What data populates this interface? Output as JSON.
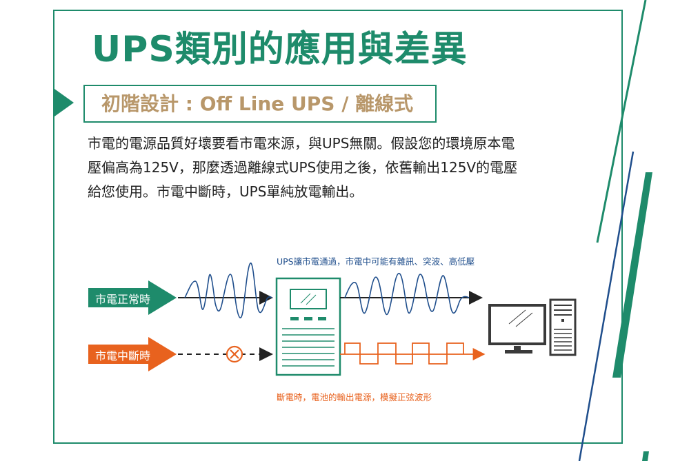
{
  "title": "UPS類別的應用與差異",
  "subtitle": "初階設計 : Off Line UPS / 離線式",
  "description": [
    "市電的電源品質好壞要看市電來源，與UPS無關。假設您的環境原本電",
    "壓偏高為125V，那麼透過離線式UPS使用之後，依舊輸出125V的電壓",
    "給您使用。市電中斷時，UPS單純放電輸出。"
  ],
  "diagram": {
    "normal_label": "市電正常時",
    "outage_label": "市電中斷時",
    "top_note": "UPS讓市電通過，市電中可能有雜訊、突波、高低壓",
    "bottom_note": "斷電時，電池的輸出電源，模擬正弦波形"
  },
  "colors": {
    "green": "#1e8b6b",
    "orange": "#e8621e",
    "gold": "#b8976a",
    "navy": "#1f4e8c",
    "monitor": "#3a3a3a"
  },
  "icons": [
    "ups-unit-icon",
    "computer-icon",
    "cross-icon"
  ]
}
